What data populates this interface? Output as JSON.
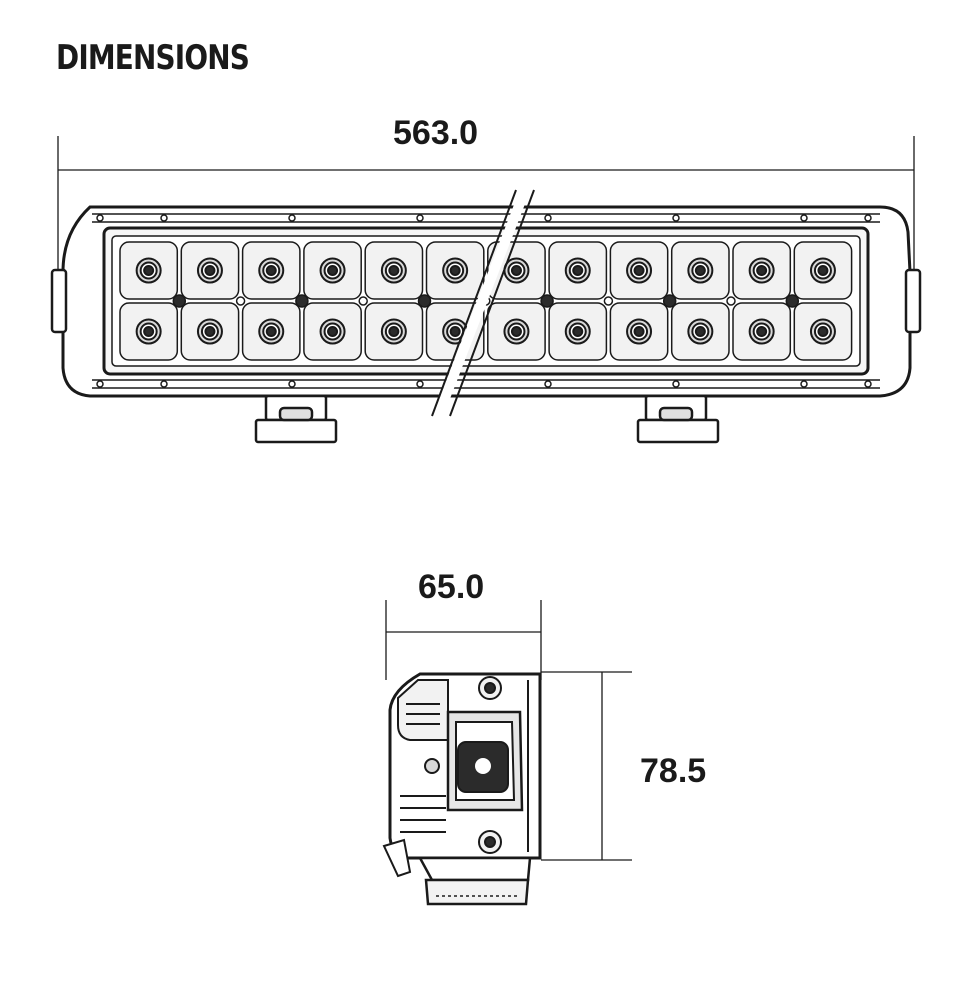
{
  "heading": "DIMENSIONS",
  "dimensions": {
    "width": "563.0",
    "depth": "65.0",
    "height": "78.5"
  },
  "colors": {
    "line": "#1a1a1a",
    "fill_light": "#f2f2f2",
    "fill_mid": "#d9d9d9",
    "fill_dark": "#2b2b2b"
  }
}
